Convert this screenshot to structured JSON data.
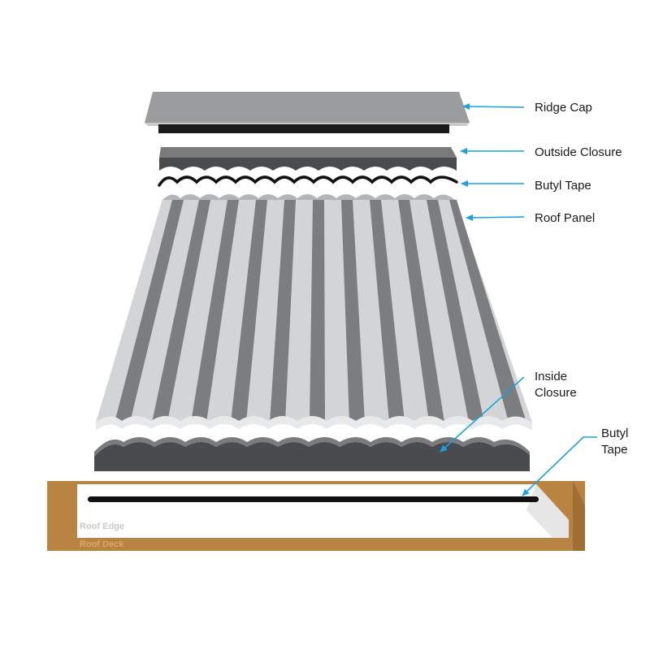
{
  "callouts": {
    "ridge_cap": "Ridge Cap",
    "outside_closure": "Outside Closure",
    "butyl_tape_top": "Butyl Tape",
    "roof_panel": "Roof Panel",
    "inside_closure_line1": "Inside",
    "inside_closure_line2": "Closure",
    "butyl_tape_bottom_line1": "Butyl",
    "butyl_tape_bottom_line2": "Tape"
  },
  "surfaces": {
    "roof_edge": "Roof Edge",
    "roof_deck": "Roof Deck"
  },
  "colors": {
    "callout_arrow": "#1aa3dd",
    "ridge_cap": "#9b9c9e",
    "ridge_cap_underside": "#1a1a1a",
    "closure_dark": "#4a4b4d",
    "closure_light": "#7a7b7d",
    "panel_light": "#d3d4d6",
    "panel_dark": "#7c7d7f",
    "butyl_tape": "#111111",
    "roof_deck": "#b98341",
    "roof_edge": "#ffffff"
  }
}
